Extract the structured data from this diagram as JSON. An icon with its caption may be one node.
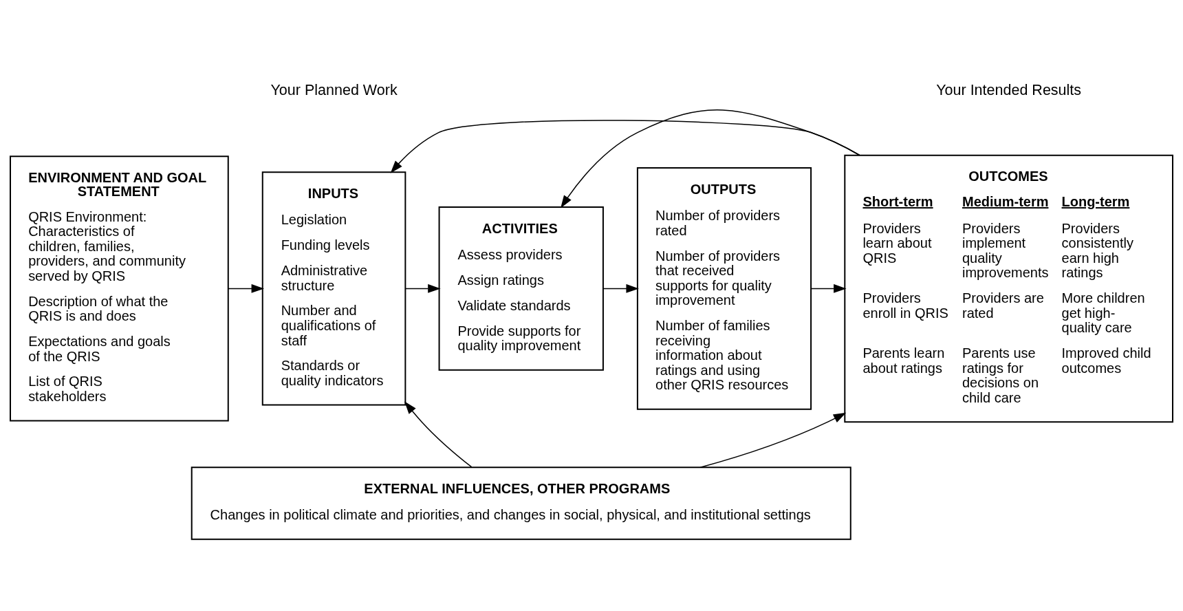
{
  "diagram": {
    "nodes": [
      {
        "text": [
          "ENVIRONMENT AND GOAL STATEMENT",
          "QRIS Environment: Characteristics of children, families, providers, and community served by QRIS",
          "Description of what the QRIS is and does",
          "Expectations and goals of the QRIS",
          "List of QRIS stakeholders"
        ]
      },
      {
        "text": [
          "INPUTS",
          "Legislation",
          "Funding levels",
          "Administrative structure",
          "Number and qualifications of staff",
          "Standards or quality indicators"
        ]
      },
      {
        "text": [
          "ACTIVITIES",
          "Assess providers",
          "Assign ratings",
          "Validate standards",
          "Provide supports for quality improvement"
        ]
      },
      {
        "text": [
          "OUTPUTS",
          "Number of providers rated",
          "Number of providers that received supports for quality improvement",
          "Number of families receiving information about ratings and using other QRIS resources"
        ]
      },
      {
        "text": [
          "OUTCOMES",
          "Short-term",
          "Providers learn about QRIS",
          "Providers enroll in QRIS",
          "Parents learn about ratings",
          "Medium-term",
          "Providers implement quality improvements",
          "Providers are rated",
          "Parents use ratings for decisions on child care",
          "Long-term",
          "Providers consistently earn high ratings",
          "More children get high-quality care",
          "Improved child outcomes"
        ]
      },
      {
        "text": [
          "EXTERNAL INFLUENCES, OTHER PROGRAMS",
          "Changes in political climate and priorities, and changes in social, physical, and institutional settings"
        ]
      }
    ],
    "edges": [
      {
        "from": 0,
        "to": 1,
        "arrow": "to"
      },
      {
        "from": 1,
        "to": 2,
        "arrow": "to"
      },
      {
        "from": 2,
        "to": 3,
        "arrow": "to"
      },
      {
        "from": 3,
        "to": 4,
        "arrow": "to"
      },
      {
        "from": 4,
        "to": 1,
        "arrow": "to"
      },
      {
        "from": 4,
        "to": 2,
        "arrow": "to"
      },
      {
        "from": 5,
        "to": 1,
        "arrow": "to"
      },
      {
        "from": 5,
        "to": 4,
        "arrow": "to"
      }
    ],
    "labels": [
      "Your Planned Work",
      "Your Intended Results"
    ]
  }
}
